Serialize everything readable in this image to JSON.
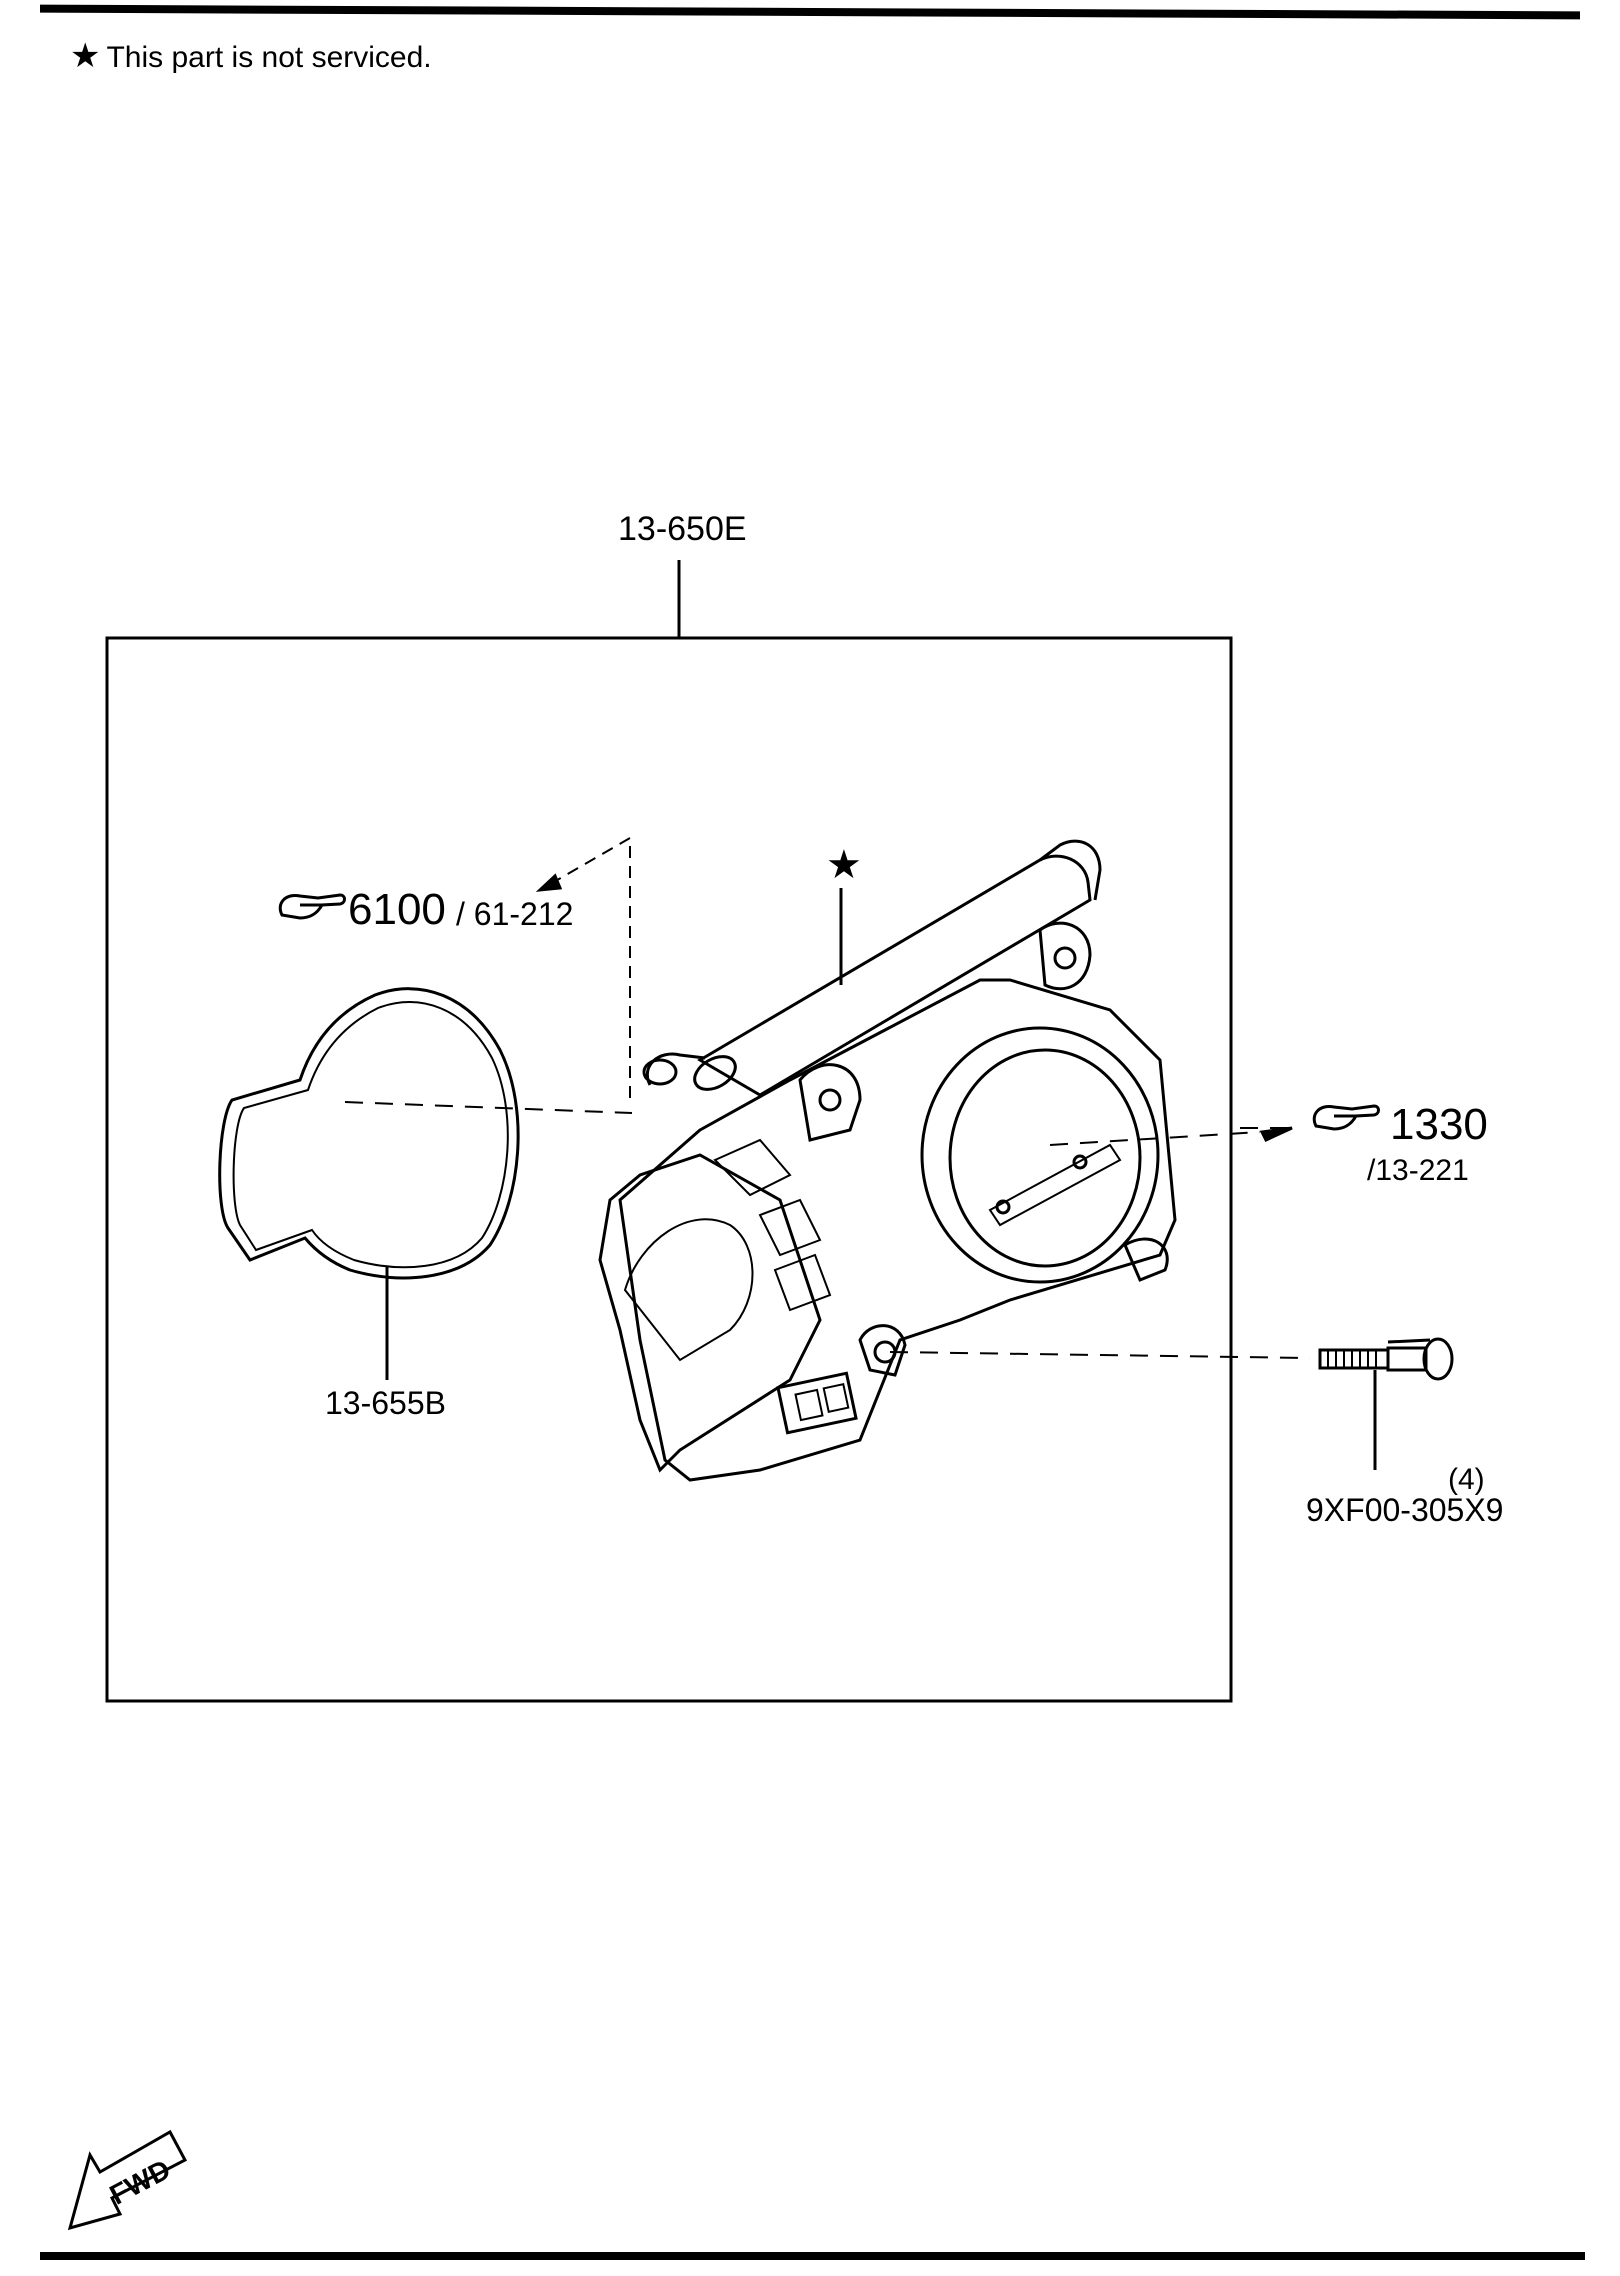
{
  "note": {
    "star_symbol": "★",
    "text": "This part is not serviced."
  },
  "callouts": {
    "assembly": "13-650E",
    "gasket": "13-655B",
    "body_star": "★",
    "ref_left_main": "6100",
    "ref_left_sub": "/ 61-212",
    "ref_right_main": "1330",
    "ref_right_sub": "/13-221",
    "bolt_qty": "(4)",
    "bolt_part": "9XF00-305X9"
  },
  "fwd_label": "FWD",
  "icons": [
    "star-icon",
    "pointing-hand-icon",
    "fwd-arrow-icon"
  ]
}
